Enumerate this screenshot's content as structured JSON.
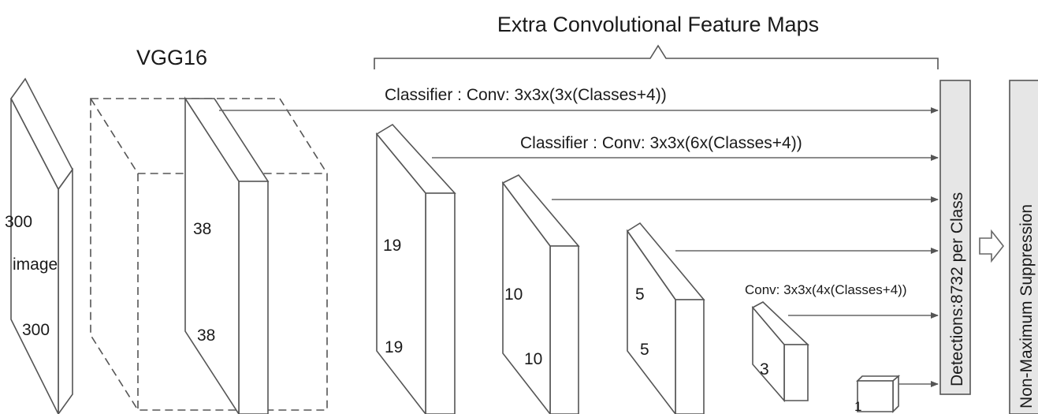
{
  "title": "Extra Convolutional Feature Maps",
  "backbone_label": "VGG16",
  "input": {
    "size_top": "300",
    "name": "image",
    "size_bottom": "300"
  },
  "vgg_map": {
    "size_top": "38",
    "size_bottom": "38"
  },
  "feature_maps": [
    {
      "size_top": "19",
      "size_bottom": "19"
    },
    {
      "size_top": "10",
      "size_bottom": "10"
    },
    {
      "size_top": "5",
      "size_bottom": "5"
    },
    {
      "size_top": "",
      "size_bottom": "3"
    },
    {
      "size_top": "",
      "size_bottom": "1"
    }
  ],
  "classifiers": [
    "Classifier : Conv: 3x3x(3x(Classes+4))",
    "Classifier : Conv: 3x3x(6x(Classes+4))",
    "Conv: 3x3x(4x(Classes+4))"
  ],
  "detections_label": "Detections:8732 per Class",
  "nms_label": "Non-Maximum Suppression"
}
